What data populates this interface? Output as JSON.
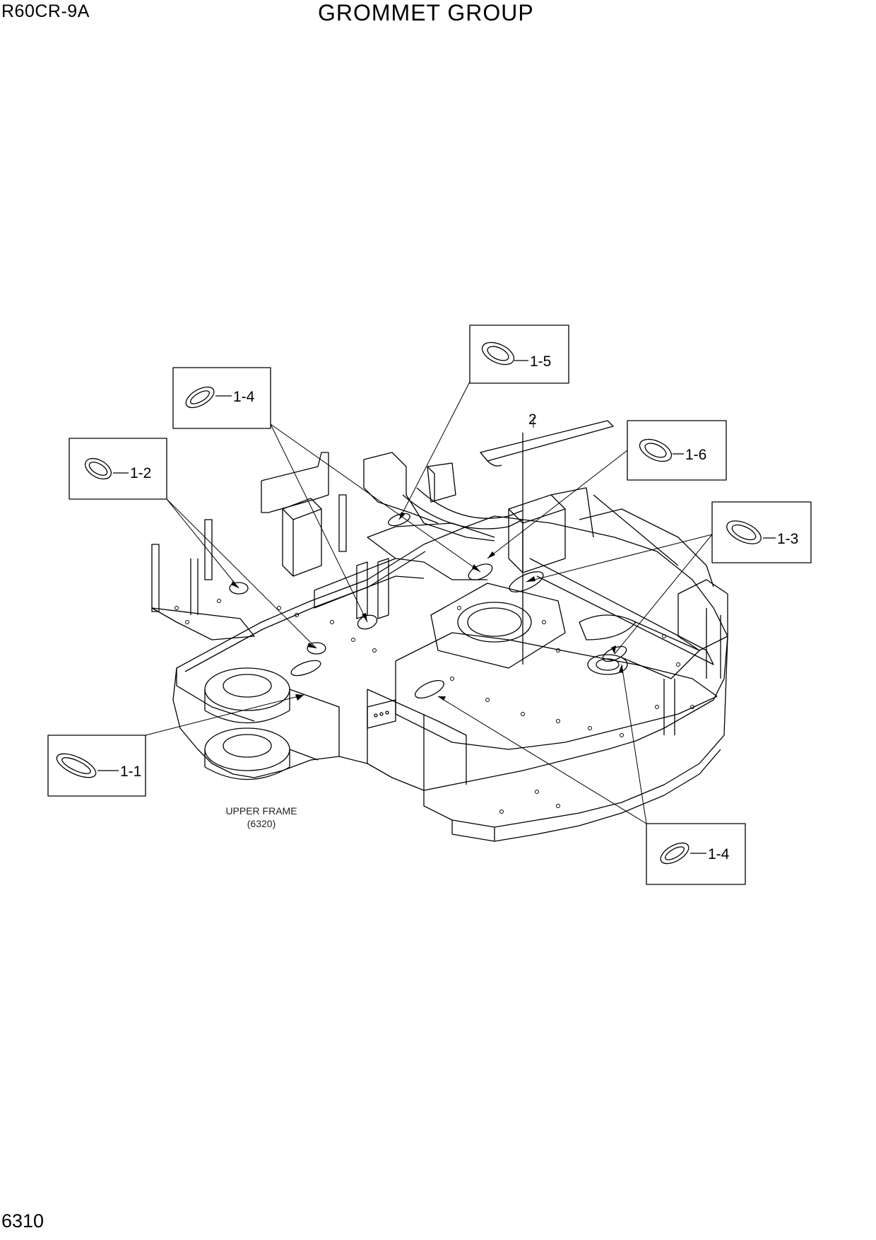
{
  "header": {
    "model": "R60CR-9A",
    "title": "GROMMET GROUP"
  },
  "footer": {
    "page_number": "6310"
  },
  "diagram": {
    "frame_label": {
      "line1": "UPPER FRAME",
      "line2": "(6320)"
    },
    "callouts": [
      {
        "id": "c-1-1",
        "label": "1-1"
      },
      {
        "id": "c-1-2",
        "label": "1-2"
      },
      {
        "id": "c-1-3",
        "label": "1-3"
      },
      {
        "id": "c-1-4a",
        "label": "1-4"
      },
      {
        "id": "c-1-4b",
        "label": "1-4"
      },
      {
        "id": "c-1-5",
        "label": "1-5"
      },
      {
        "id": "c-1-6",
        "label": "1-6"
      }
    ],
    "part_2_label": "2"
  }
}
